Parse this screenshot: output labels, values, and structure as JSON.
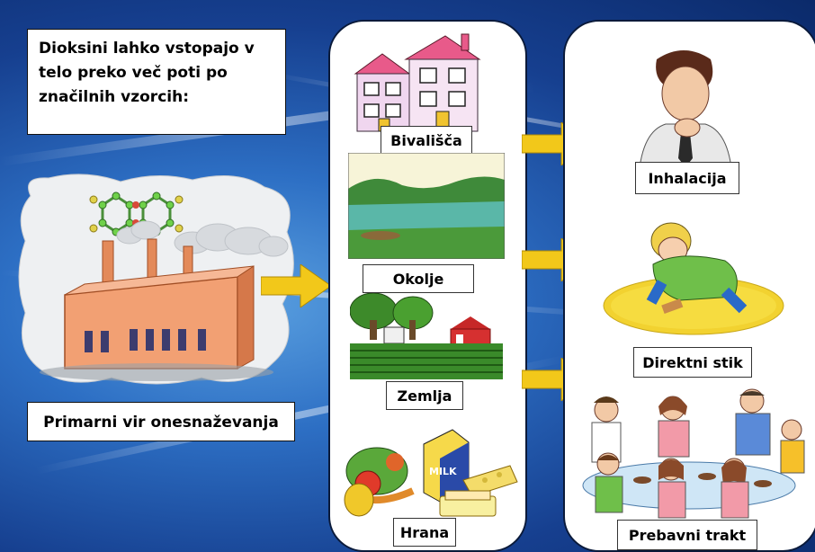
{
  "intro_text": "Dioksini lahko vstopajo v\ntelo preko več poti po\nznačilnih vzorcih:",
  "source_label": "Primarni vir onesnaževanja",
  "media": [
    {
      "label": "Bivališča"
    },
    {
      "label": "Okolje"
    },
    {
      "label": "Zemlja"
    },
    {
      "label": "Hrana"
    }
  ],
  "routes": [
    {
      "label": "Inhalacija"
    },
    {
      "label": "Direktni stik"
    },
    {
      "label": "Prebavni trakt"
    }
  ],
  "milk_carton_text": "MILK",
  "colors": {
    "background": "#1f5bb3",
    "arrow": "#f2c81a",
    "panel_fill": "#ffffff"
  }
}
